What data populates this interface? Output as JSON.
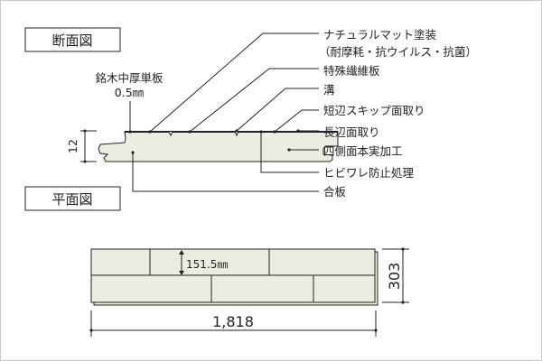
{
  "titles": {
    "section": "断面図",
    "plan": "平面図"
  },
  "section_labels": {
    "veneer": "銘木中厚単板",
    "veneer_thickness": "0.5㎜",
    "coating": "ナチュラルマット塗装",
    "coating_detail": "（耐摩耗・抗ウイルス・抗菌）",
    "fiberboard": "特殊繊維板",
    "groove": "溝",
    "short_edge_chamfer": "短辺スキップ面取り",
    "long_edge_chamfer": "長辺面取り",
    "tongue_groove": "四側面本実加工",
    "crack_prevention": "ヒビワレ防止処理",
    "plywood": "合板"
  },
  "dimensions": {
    "thickness": "12",
    "plank_width": "151.5㎜",
    "panel_width": "303",
    "panel_length": "1,818"
  },
  "colors": {
    "board_fill": "#ecece2",
    "line": "#222222"
  }
}
